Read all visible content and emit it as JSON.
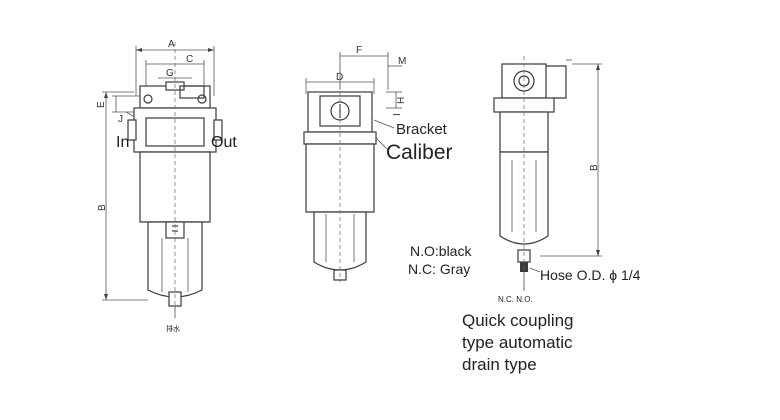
{
  "views": {
    "front": {
      "dims": {
        "a": "A",
        "g": "G",
        "c": "C",
        "e": "E",
        "j": "J",
        "b": "B"
      },
      "port_in": "In",
      "port_out": "Out",
      "drain_note": "排水"
    },
    "side": {
      "dims": {
        "f": "F",
        "m": "M",
        "d": "D",
        "h": "H",
        "i": "I"
      },
      "bracket_label": "Bracket",
      "caliber_label": "Caliber"
    },
    "drain": {
      "dims": {
        "b": "B"
      },
      "no_label": "N.O:black",
      "nc_label": "N.C: Gray",
      "hose_label": "Hose O.D. ϕ 1/4",
      "nc_no_small": "N.C. N.O.",
      "caption_line1": "Quick coupling",
      "caption_line2": "type automatic",
      "caption_line3": "drain type"
    }
  }
}
